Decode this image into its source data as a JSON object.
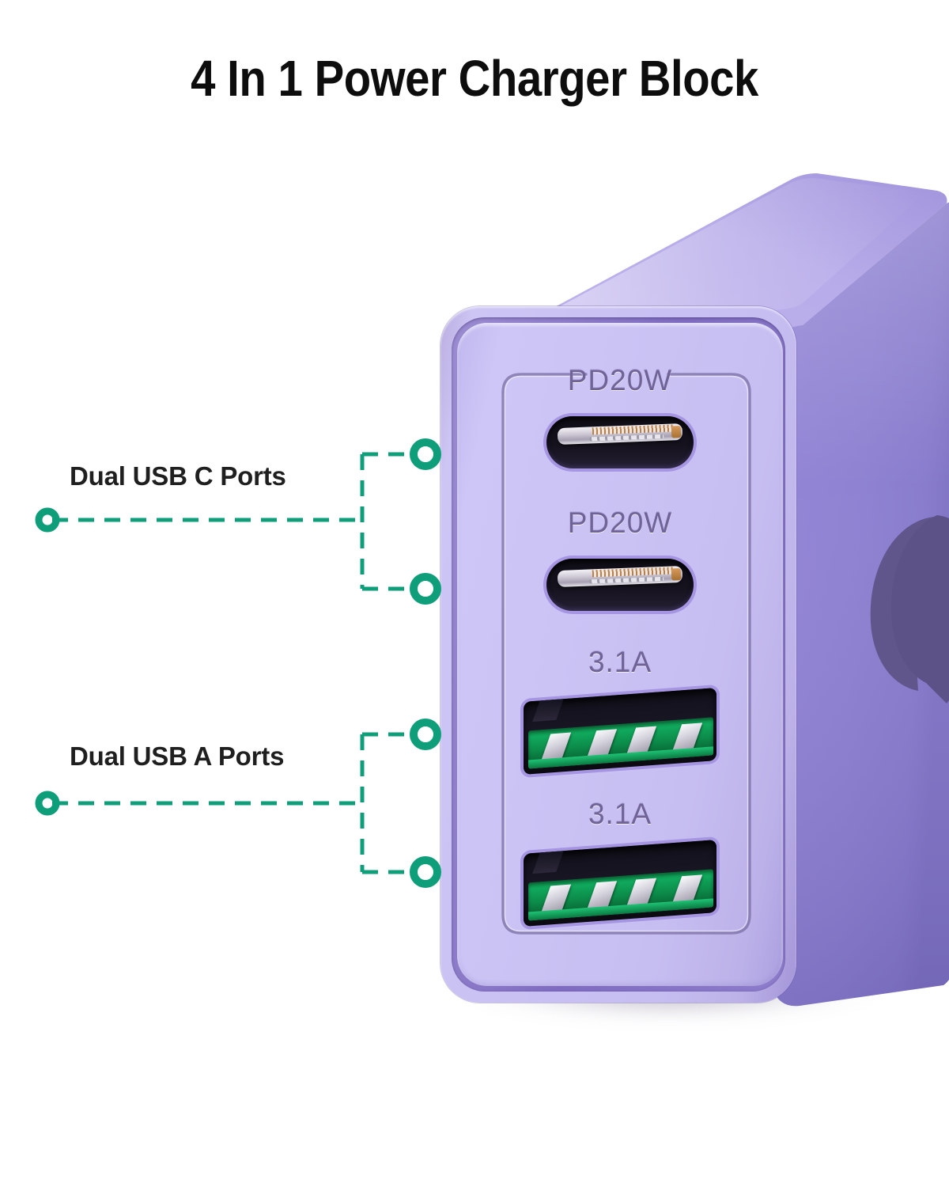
{
  "title": "4 In 1 Power Charger Block",
  "background_color": "#ffffff",
  "callouts": [
    {
      "id": "usb-c",
      "label": "Dual USB C Ports",
      "accent_color": "#0f9e7a",
      "targets": 2
    },
    {
      "id": "usb-a",
      "label": "Dual USB A Ports",
      "accent_color": "#0f9e7a",
      "targets": 2
    }
  ],
  "product": {
    "name": "4 In 1 Power Charger Block",
    "body_color": "#c6bef1",
    "body_color_top": "#b5a9ea",
    "body_color_side": "#8a7dd0",
    "logo_color": "#5d5287",
    "engraving_color": "#6f6397",
    "ports": [
      {
        "type": "usb-c",
        "caption": "PD20W",
        "connector_color": "#e8e5ec"
      },
      {
        "type": "usb-c",
        "caption": "PD20W",
        "connector_color": "#e8e5ec"
      },
      {
        "type": "usb-a",
        "caption": "3.1A",
        "connector_color": "#0c8c4a"
      },
      {
        "type": "usb-a",
        "caption": "3.1A",
        "connector_color": "#0c8c4a"
      }
    ]
  }
}
